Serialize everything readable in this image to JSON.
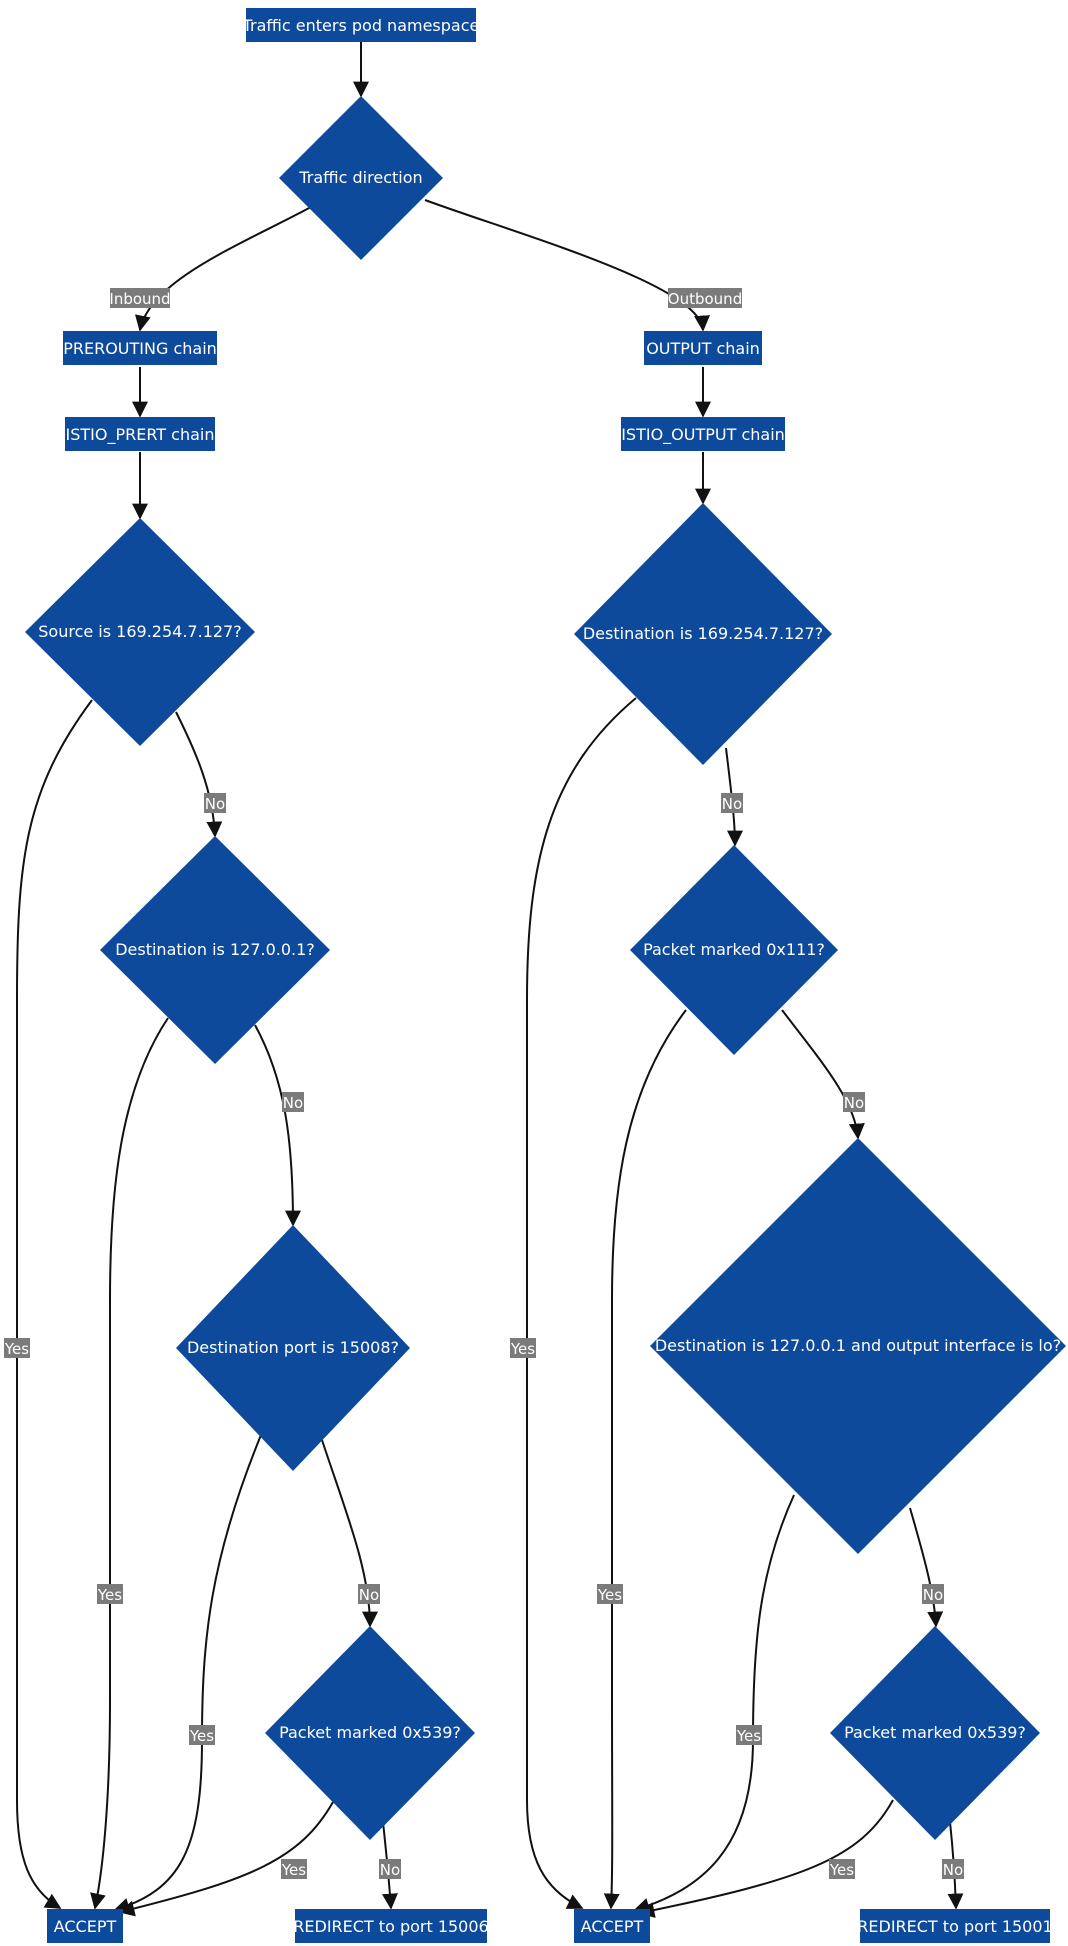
{
  "nodes": {
    "start": "Traffic enters pod namespace",
    "direction": "Traffic direction",
    "prerouting": "PREROUTING chain",
    "istio_prert": "ISTIO_PRERT chain",
    "src_check": "Source is 169.254.7.127?",
    "dst_localhost_in": "Destination is 127.0.0.1?",
    "dst_port": "Destination port is 15008?",
    "mark_in": "Packet marked 0x539?",
    "accept_in": "ACCEPT",
    "redirect_in": "REDIRECT to port 15006",
    "output": "OUTPUT chain",
    "istio_output": "ISTIO_OUTPUT chain",
    "dst_check": "Destination is 169.254.7.127?",
    "mark_111": "Packet marked 0x111?",
    "dst_lo": "Destination is 127.0.0.1 and output interface is lo?",
    "mark_out": "Packet marked 0x539?",
    "accept_out": "ACCEPT",
    "redirect_out": "REDIRECT to port 15001"
  },
  "edge_labels": {
    "inbound": "Inbound",
    "outbound": "Outbound",
    "yes": "Yes",
    "no": "No"
  },
  "colors": {
    "node_fill": "#0d4a9b",
    "node_text": "#ffffff",
    "edge": "#111111",
    "edge_label_bg": "#7b7b7b"
  }
}
